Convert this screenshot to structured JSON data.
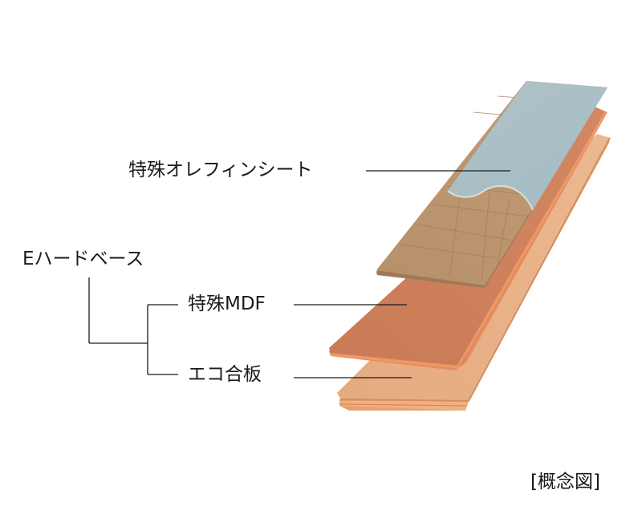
{
  "labels": {
    "olefin_sheet": "特殊オレフィンシート",
    "e_hard_base": "Eハードベース",
    "special_mdf": "特殊MDF",
    "eco_plywood": "エコ合板",
    "caption": "[概念図]"
  },
  "colors": {
    "olefin_wood": "#b8906a",
    "olefin_film": "#a9c4cf",
    "mdf_face": "#cd7e59",
    "mdf_edge": "#e28a5c",
    "plywood_face": "#e7ae85",
    "plywood_edge": "#e9a270"
  }
}
